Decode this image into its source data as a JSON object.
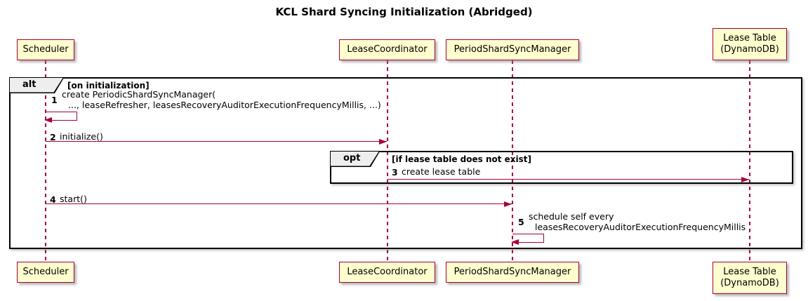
{
  "title": "KCL Shard Syncing Initialization (Abridged)",
  "colors": {
    "background": "#ffffff",
    "participant_fill": "#fefece",
    "participant_border": "#a80036",
    "arrow": "#a80036",
    "lifeline": "#a80036",
    "frame_border": "#000000",
    "frame_label_bg": "#eeeeee",
    "text": "#000000"
  },
  "participants": [
    {
      "label": "Scheduler"
    },
    {
      "label": "LeaseCoordinator"
    },
    {
      "label": "PeriodShardSyncManager"
    },
    {
      "label": "Lease Table\n(DynamoDB)"
    }
  ],
  "frames": {
    "alt": {
      "keyword": "alt",
      "condition": "[on initialization]"
    },
    "opt": {
      "keyword": "opt",
      "condition": "[if lease table does not exist]"
    }
  },
  "messages": [
    {
      "num": "1",
      "line1": "create PeriodicShardSyncManager(",
      "line2": "..., leaseRefresher, leasesRecoveryAuditorExecutionFrequencyMillis, ...)",
      "from": "Scheduler",
      "to": "Scheduler",
      "kind": "self"
    },
    {
      "num": "2",
      "text": "initialize()",
      "from": "Scheduler",
      "to": "LeaseCoordinator",
      "kind": "sync"
    },
    {
      "num": "3",
      "text": "create lease table",
      "from": "LeaseCoordinator",
      "to": "Lease Table (DynamoDB)",
      "kind": "sync"
    },
    {
      "num": "4",
      "text": "start()",
      "from": "Scheduler",
      "to": "PeriodShardSyncManager",
      "kind": "sync"
    },
    {
      "num": "5",
      "line1": "schedule self every",
      "line2": "leasesRecoveryAuditorExecutionFrequencyMillis",
      "from": "PeriodShardSyncManager",
      "to": "PeriodShardSyncManager",
      "kind": "self"
    }
  ]
}
